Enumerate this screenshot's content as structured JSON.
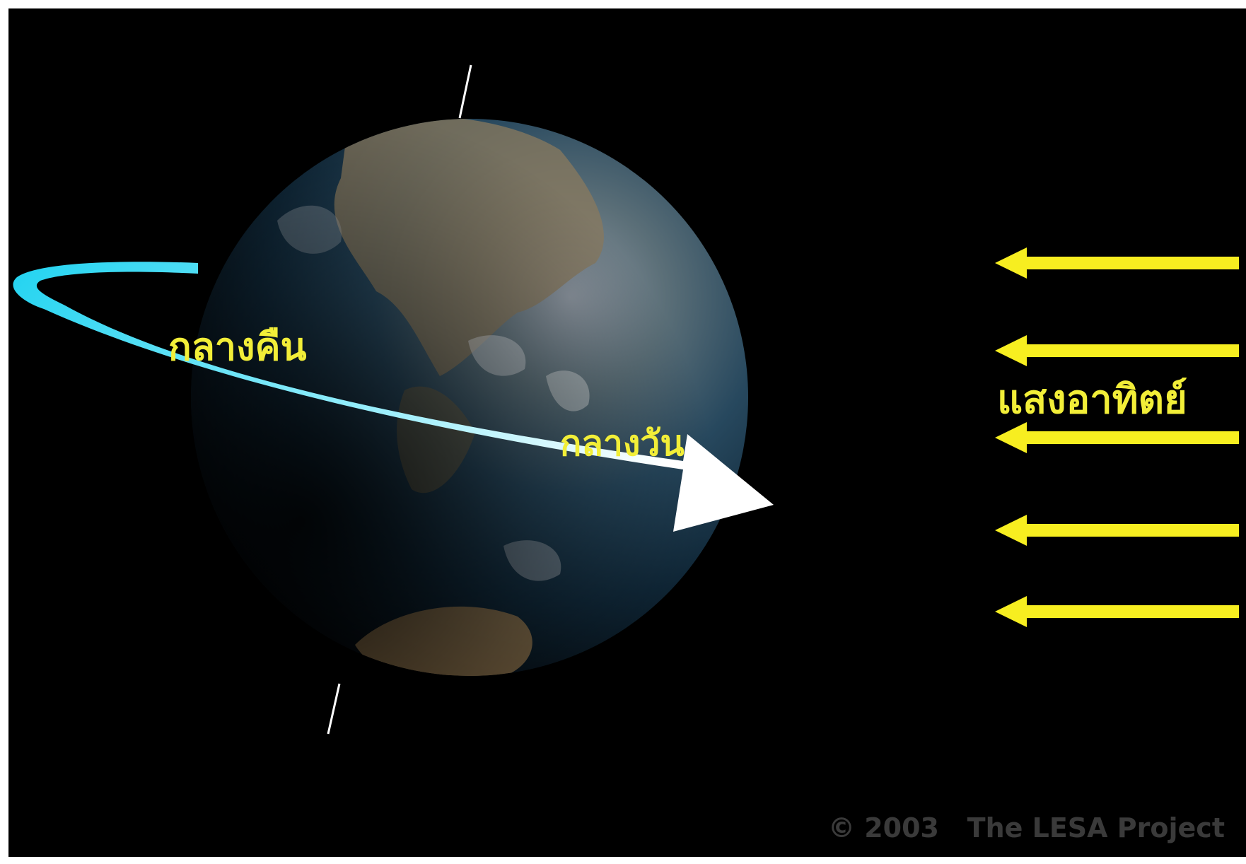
{
  "labels": {
    "night": "กลางคืน",
    "day": "กลางวัน",
    "sunlight": "แสงอาทิตย์"
  },
  "copyright": "© 2003   The LESA Project",
  "colors": {
    "background": "#000000",
    "label": "#f2ee38",
    "sun_arrows": "#f7ee20",
    "rotation_arrow_start": "#22d3f0",
    "rotation_arrow_end": "#ffffff",
    "axis": "#ffffff",
    "copyright": "#3a3a3a"
  },
  "icons": {
    "earth": "earth-globe-icon",
    "rotation": "rotation-arrow-icon",
    "sunlight": "sunlight-arrow-icon"
  }
}
